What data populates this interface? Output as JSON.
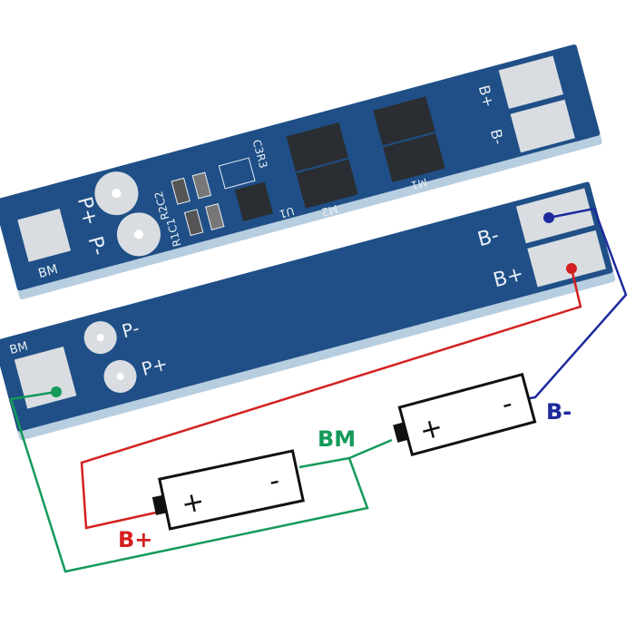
{
  "colors": {
    "board": "#1f4f86",
    "board_edge": "#a9c3db",
    "pad": "#d9dde2",
    "chip": "#2a2d31",
    "wire_blue": "#1c2a9c",
    "wire_red": "#d42020",
    "wire_green": "#159a5a"
  },
  "top_board": {
    "labels": {
      "p_plus": "P+",
      "p_minus": "P-",
      "bm": "BM",
      "r2c2": "R2C2",
      "r1c1": "R1C1",
      "c3r3": "C3R3",
      "u1": "U1",
      "m2": "M2",
      "m1": "M1",
      "b_plus": "B+",
      "b_minus": "B-"
    }
  },
  "bottom_board": {
    "labels": {
      "bm": "BM",
      "p_minus": "P-",
      "p_plus": "P+",
      "b_minus": "B-",
      "b_plus": "B+"
    }
  },
  "diagram": {
    "b_plus": "B+",
    "b_minus": "B-",
    "bm": "BM",
    "battery1": {
      "plus": "+",
      "minus": "-"
    },
    "battery2": {
      "plus": "+",
      "minus": "-"
    }
  }
}
